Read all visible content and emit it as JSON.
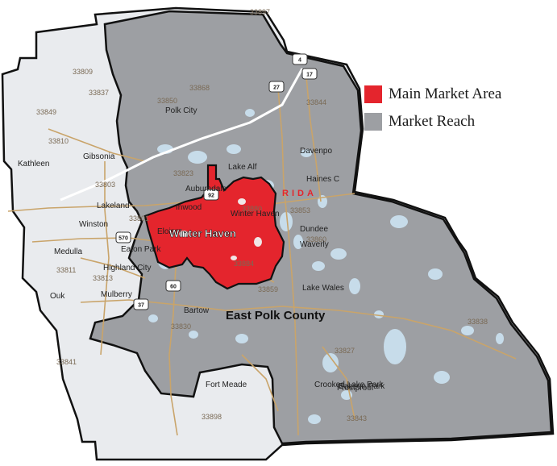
{
  "colors": {
    "main_market": "#e4252d",
    "market_reach": "#9d9fa3",
    "outer_area": "#e9ebee",
    "water": "#c7dcea",
    "roads": "#c9a46a",
    "border": "#111111"
  },
  "legend": [
    {
      "label": "Main Market Area",
      "color": "#e4252d"
    },
    {
      "label": "Market Reach",
      "color": "#9d9fa3"
    }
  ],
  "labels": {
    "main_city": "Winter Haven",
    "region": "East Polk County",
    "state_fragment": "RIDA"
  },
  "cities": [
    "Polk City",
    "Davenpo",
    "Haines C",
    "Lake Alf",
    "Auburndale",
    "Lakeland",
    "Winston",
    "Kathleen",
    "Gibsonia",
    "Medulla",
    "Highland City",
    "Mulberry",
    "Bartow",
    "Winter Haven",
    "Dundee",
    "Waverly",
    "Lake Wales",
    "Crooked Lake Park",
    "Babson Park",
    "Frostproof",
    "Fort Meade",
    "Eloise",
    "Inwood",
    "Ouk",
    "Eaton Park"
  ],
  "zip_codes": [
    "33897",
    "33868",
    "33837",
    "33809",
    "33849",
    "33810",
    "33803",
    "33813",
    "33811",
    "33801",
    "33823",
    "33844",
    "33850",
    "33853",
    "33859",
    "33860",
    "33830",
    "33838",
    "33827",
    "33843",
    "33841",
    "33898",
    "33880",
    "33884"
  ],
  "highways": [
    "4",
    "27",
    "17",
    "92",
    "570",
    "60",
    "37"
  ]
}
